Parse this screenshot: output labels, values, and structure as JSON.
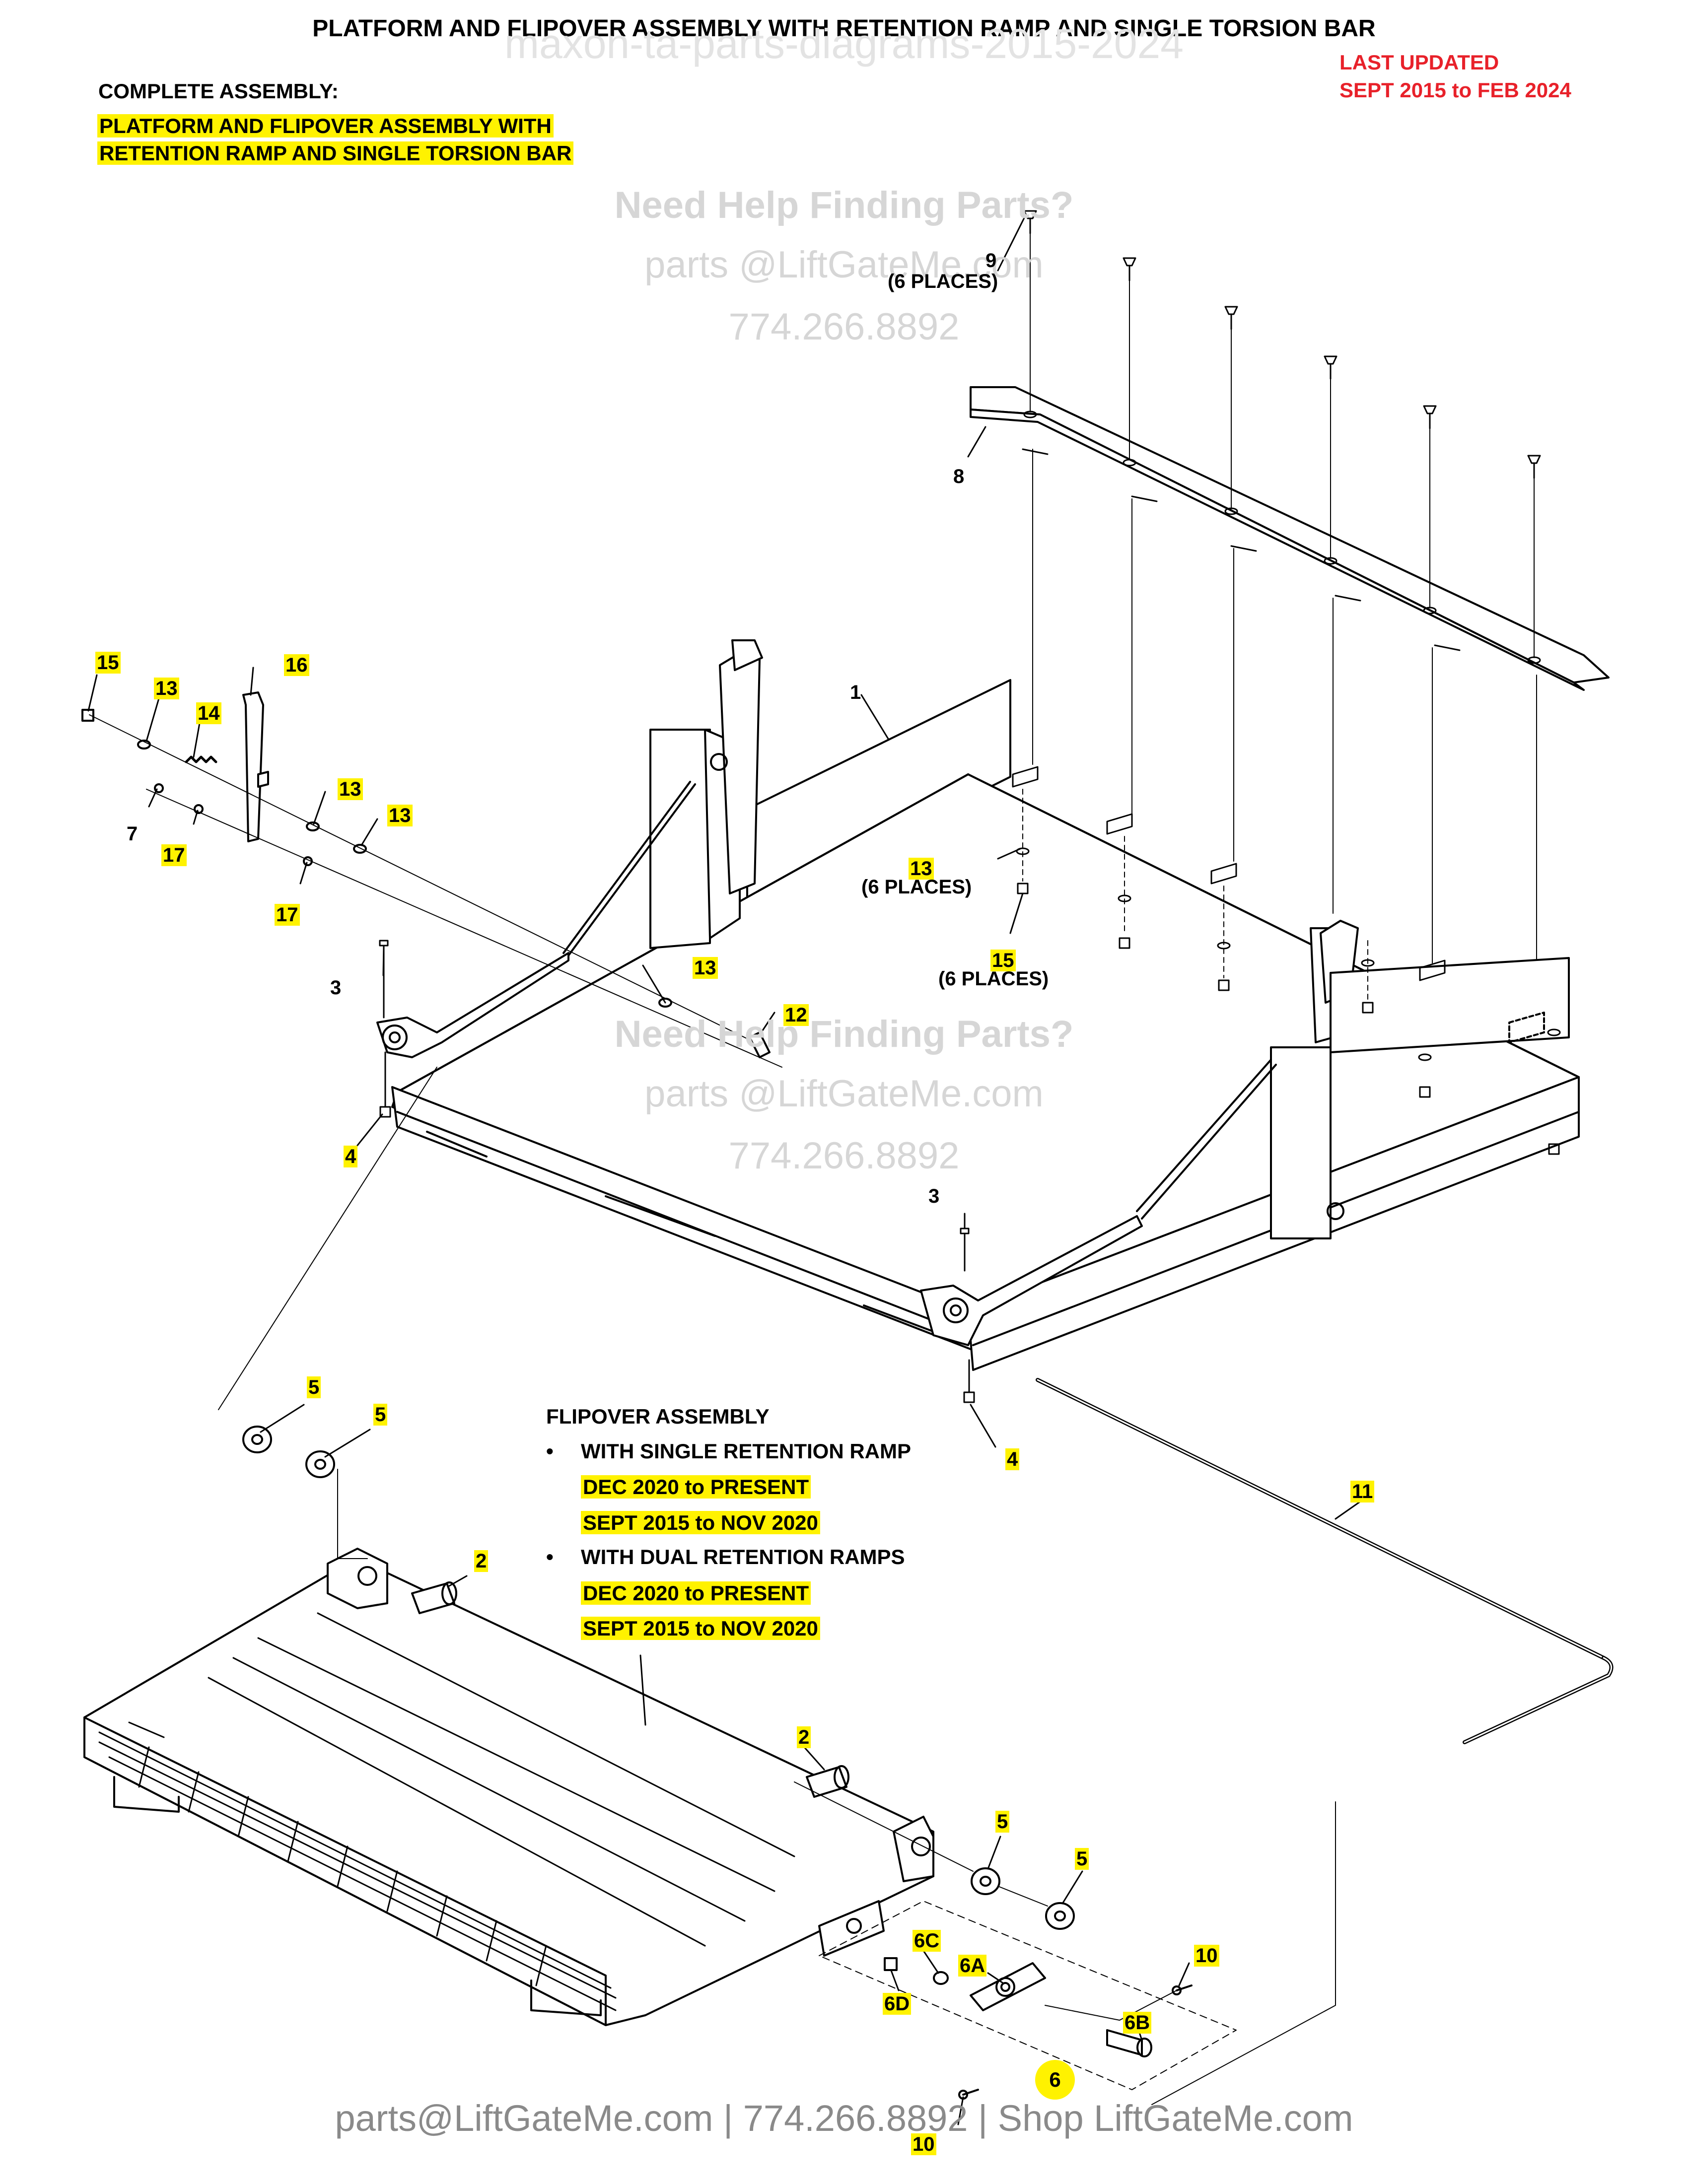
{
  "title": "PLATFORM AND FLIPOVER ASSEMBLY WITH RETENTION RAMP AND SINGLE TORSION BAR",
  "watermark_top": "maxon-ta-parts-diagrams-2015-2024",
  "updated": {
    "line1": "LAST UPDATED",
    "line2": "SEPT 2015 to FEB 2024"
  },
  "complete_assembly": {
    "heading": "COMPLETE ASSEMBLY:",
    "line1": "PLATFORM AND FLIPOVER ASSEMBLY WITH",
    "line2": "RETENTION RAMP AND SINGLE TORSION BAR"
  },
  "watermarks": [
    {
      "line1": "Need Help Finding Parts?",
      "line2": "parts @LiftGateMe.com",
      "line3": "774.266.8892"
    },
    {
      "line1": "Need Help Finding Parts?",
      "line2": "parts @LiftGateMe.com",
      "line3": "774.266.8892"
    }
  ],
  "flipover": {
    "heading": "FLIPOVER ASSEMBLY",
    "bullet": "•",
    "item1": "WITH SINGLE RETENTION RAMP",
    "item1_a": "DEC 2020 to PRESENT",
    "item1_b": "SEPT 2015 to NOV 2020",
    "item2": "WITH DUAL RETENTION RAMPS",
    "item2_a": "DEC 2020 to PRESENT",
    "item2_b": "SEPT 2015 to NOV 2020"
  },
  "six_places": "(6 PLACES)",
  "callouts": {
    "c1": "1",
    "c2a": "2",
    "c2b": "2",
    "c3a": "3",
    "c3b": "3",
    "c4a": "4",
    "c4b": "4",
    "c5a": "5",
    "c5b": "5",
    "c5c": "5",
    "c5d": "5",
    "c6": "6",
    "c6a": "6A",
    "c6b": "6B",
    "c6c": "6C",
    "c6d": "6D",
    "c7": "7",
    "c8": "8",
    "c9": "9",
    "c10a": "10",
    "c10b": "10",
    "c11": "11",
    "c12": "12",
    "c13a": "13",
    "c13b": "13",
    "c13c": "13",
    "c13d": "13",
    "c13e": "13",
    "c14": "14",
    "c15a": "15",
    "c15b": "15",
    "c16": "16",
    "c17a": "17",
    "c17b": "17"
  },
  "footer": "parts@LiftGateMe.com | 774.266.8892 | Shop LiftGateMe.com"
}
